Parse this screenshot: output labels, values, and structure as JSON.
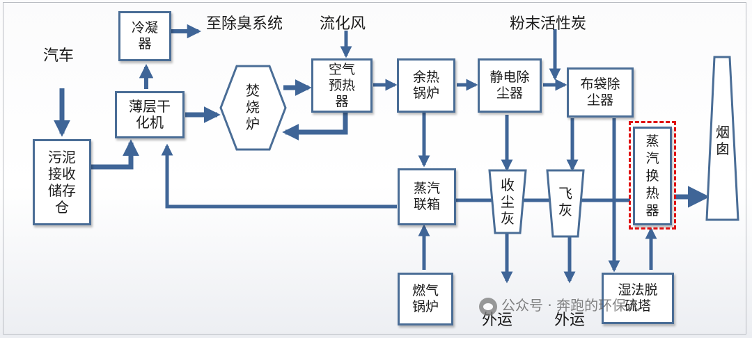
{
  "nodes": {
    "sludge_tank": "污泥\n接收\n储存\n仓",
    "condenser": "冷凝\n器",
    "thin_dryer": "薄层干\n化机",
    "incinerator": "焚\n烧\n炉",
    "air_preheater": "空气\n预热\n器",
    "waste_heat_boiler": "余热\n锅炉",
    "esp": "静电除\n尘器",
    "bag_filter": "布袋除\n尘器",
    "steam_header": "蒸汽\n联箱",
    "ash_collect": "收\n尘\n灰",
    "fly_ash": "飞\n灰",
    "steam_hx": "蒸\n汽\n换\n热\n器",
    "chimney": "烟\n囱",
    "gas_boiler": "燃气\n锅炉",
    "wet_desulf": "湿法脱\n硫塔"
  },
  "labels": {
    "car": "汽车",
    "deodor": "至除臭系统",
    "fluid_air": "流化风",
    "carbon": "粉末活性炭",
    "out1": "外运",
    "out2": "外运"
  },
  "watermark": "公众号 · 奔跑的环保人",
  "colors": {
    "line": "#3f6597",
    "box_border": "#4a6d96",
    "highlight": "#e01010"
  }
}
